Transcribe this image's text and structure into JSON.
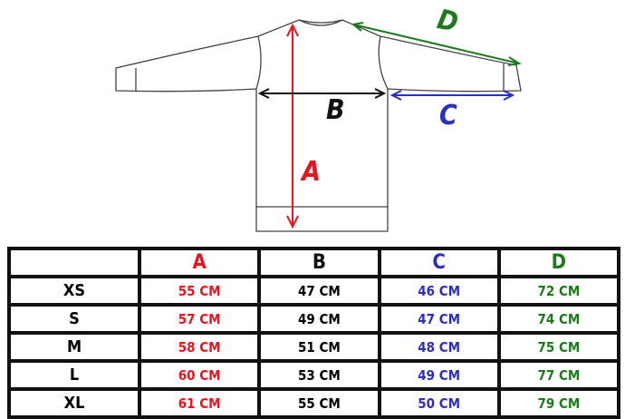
{
  "diagram": {
    "labels": {
      "A": "A",
      "B": "B",
      "C": "C",
      "D": "D"
    }
  },
  "colors": {
    "A": "#e8141e",
    "B": "#111111",
    "C": "#2b2fbf",
    "D": "#1d7a1d"
  },
  "table": {
    "headers": [
      "",
      "A",
      "B",
      "C",
      "D"
    ],
    "rows": [
      {
        "size": "XS",
        "A": "55 CM",
        "B": "47 CM",
        "C": "46 CM",
        "D": "72 CM"
      },
      {
        "size": "S",
        "A": "57 CM",
        "B": "49 CM",
        "C": "47 CM",
        "D": "74 CM"
      },
      {
        "size": "M",
        "A": "58 CM",
        "B": "51 CM",
        "C": "48 CM",
        "D": "75 CM"
      },
      {
        "size": "L",
        "A": "60 CM",
        "B": "53 CM",
        "C": "49 CM",
        "D": "77 CM"
      },
      {
        "size": "XL",
        "A": "61 CM",
        "B": "55 CM",
        "C": "50 CM",
        "D": "79 CM"
      }
    ]
  }
}
